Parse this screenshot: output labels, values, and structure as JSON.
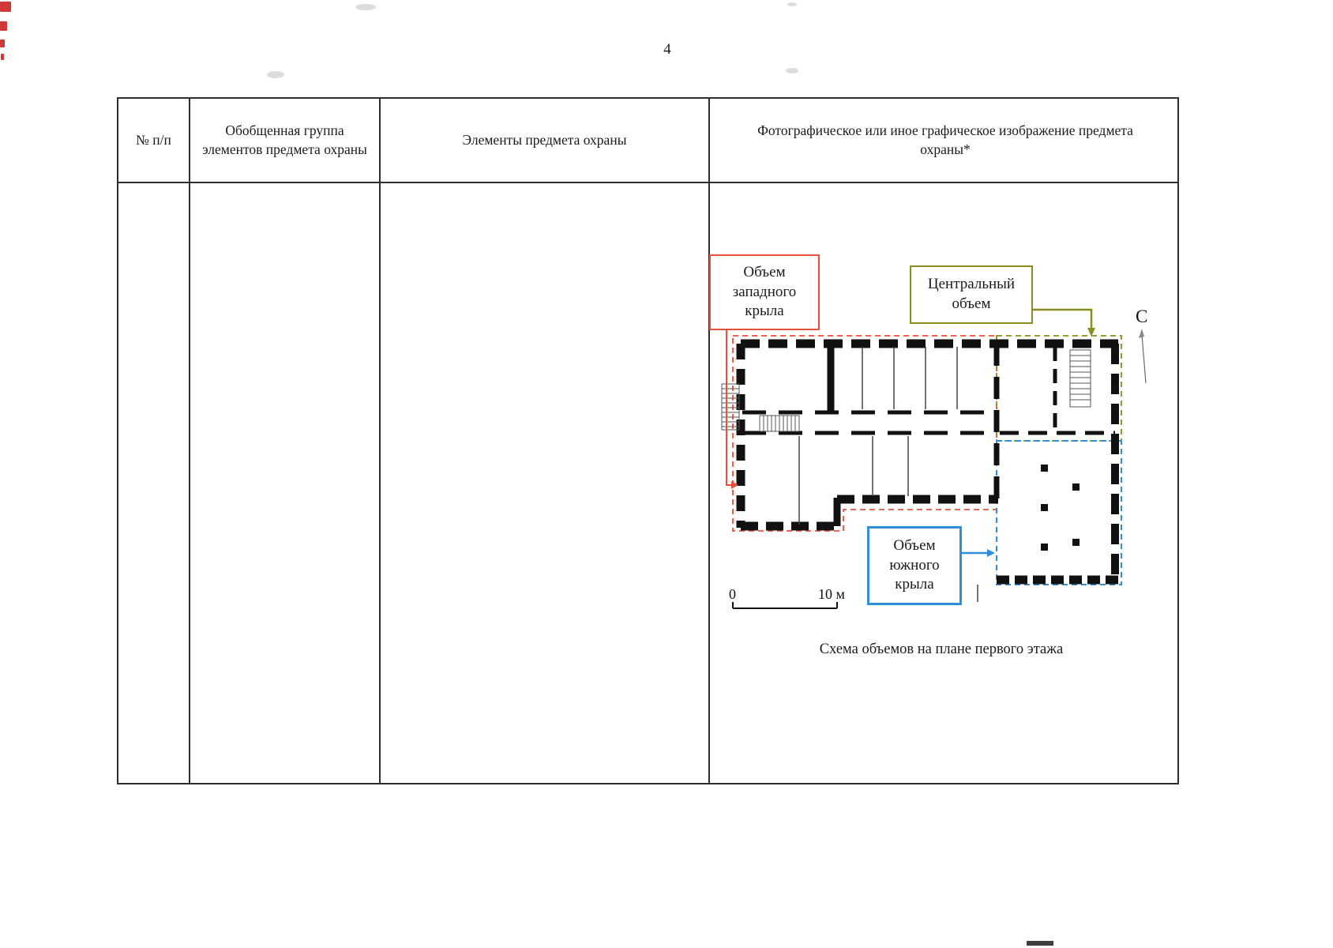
{
  "page": {
    "number": "4"
  },
  "table": {
    "headers": [
      "№ п/п",
      "Обобщенная группа элементов предмета охраны",
      "Элементы предмета охраны",
      "Фотографическое или иное графическое изображение предмета охраны*"
    ]
  },
  "figure": {
    "labels": {
      "west_wing": "Объем западного крыла",
      "central": "Центральный объем",
      "south_wing": "Объем южного крыла"
    },
    "north_letter": "С",
    "scale_start": "0",
    "scale_end": "10 м",
    "caption": "Схема объемов на плане первого этажа",
    "colors": {
      "west_wing": "#e8503a",
      "central": "#8a8c1e",
      "south_wing": "#2e8fd8"
    }
  }
}
